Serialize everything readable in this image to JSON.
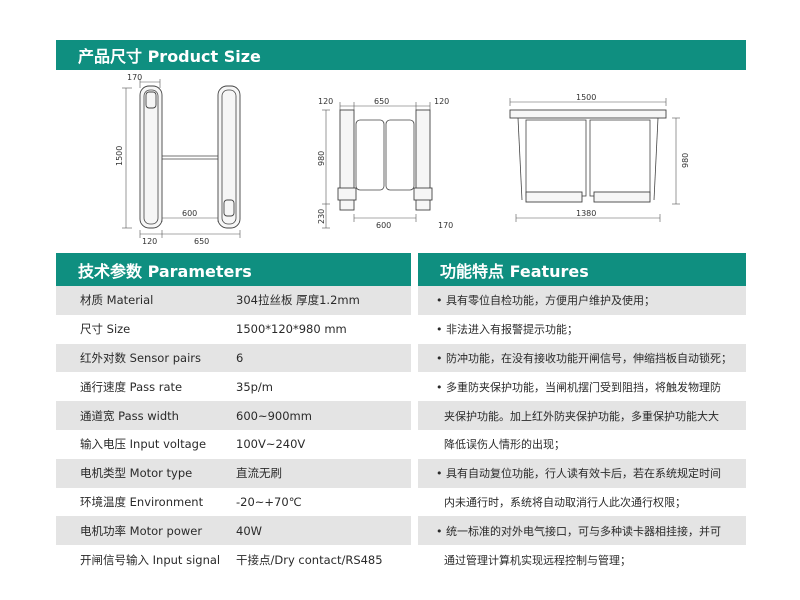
{
  "sections": {
    "product_size": "产品尺寸 Product Size",
    "parameters": "技术参数 Parameters",
    "features": "功能特点 Features"
  },
  "drawings": {
    "side": {
      "w_170": "170",
      "h_1500": "1500",
      "gap_600": "600",
      "w_120": "120",
      "w_650": "650"
    },
    "front": {
      "w_120a": "120",
      "w_650": "650",
      "w_120b": "120",
      "h_980": "980",
      "h_230": "230",
      "w_600": "600",
      "w_170": "170"
    },
    "top": {
      "w_1500": "1500",
      "h_980": "980",
      "w_1380": "1380"
    }
  },
  "parameters": [
    {
      "label": "材质 Material",
      "value": "304拉丝板  厚度1.2mm"
    },
    {
      "label": "尺寸 Size",
      "value": "1500*120*980 mm"
    },
    {
      "label": "红外对数 Sensor pairs",
      "value": "6"
    },
    {
      "label": "通行速度 Pass rate",
      "value": "35p/m"
    },
    {
      "label": "通道宽 Pass width",
      "value": "600~900mm"
    },
    {
      "label": "输入电压 Input voltage",
      "value": "100V~240V"
    },
    {
      "label": "电机类型 Motor type",
      "value": "直流无刷"
    },
    {
      "label": "环境温度 Environment",
      "value": "-20~+70℃"
    },
    {
      "label": "电机功率 Motor power",
      "value": "40W"
    },
    {
      "label": "开闸信号输入 Input signal",
      "value": "干接点/Dry contact/RS485"
    }
  ],
  "features": [
    "• 具有零位自检功能，方便用户维护及使用；",
    "• 非法进入有报警提示功能；",
    "• 防冲功能，在没有接收功能开闸信号，伸缩挡板自动锁死；",
    "• 多重防夹保护功能，当闸机摆门受到阻挡，将触发物理防",
    "夹保护功能。加上红外防夹保护功能，多重保护功能大大",
    "降低误伤人情形的出现；",
    "• 具有自动复位功能，行人读有效卡后，若在系统规定时间",
    "内未通行时，系统将自动取消行人此次通行权限；",
    "• 统一标准的对外电气接口，可与多种读卡器相挂接，并可",
    "通过管理计算机实现远程控制与管理；"
  ]
}
